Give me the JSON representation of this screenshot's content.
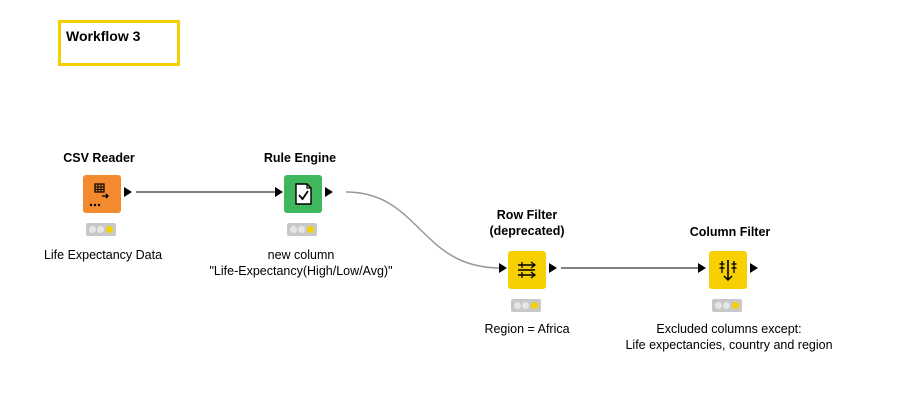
{
  "annotation": {
    "title": "Workflow 3",
    "border_color": "#f5d000"
  },
  "nodes": [
    {
      "id": "csv-reader",
      "title": "CSV Reader",
      "label": [
        "Life Expectancy Data"
      ],
      "color": "#f38a30",
      "icon": "csv-reader-icon",
      "status": "yellow"
    },
    {
      "id": "rule-engine",
      "title": "Rule Engine",
      "label": [
        "new column",
        "\"Life-Expectancy(High/Low/Avg)\""
      ],
      "color": "#3fb75d",
      "icon": "rule-engine-icon",
      "status": "yellow"
    },
    {
      "id": "row-filter",
      "title": [
        "Row Filter",
        "(deprecated)"
      ],
      "label": [
        "Region = Africa"
      ],
      "color": "#f6d000",
      "icon": "row-filter-icon",
      "status": "yellow"
    },
    {
      "id": "column-filter",
      "title": "Column Filter",
      "label": [
        "Excluded columns except:",
        "Life expectancies, country and region"
      ],
      "color": "#f6d000",
      "icon": "column-filter-icon",
      "status": "yellow"
    }
  ],
  "status_colors": {
    "yellow": "#f5d000",
    "off": "#e6e6e6"
  }
}
